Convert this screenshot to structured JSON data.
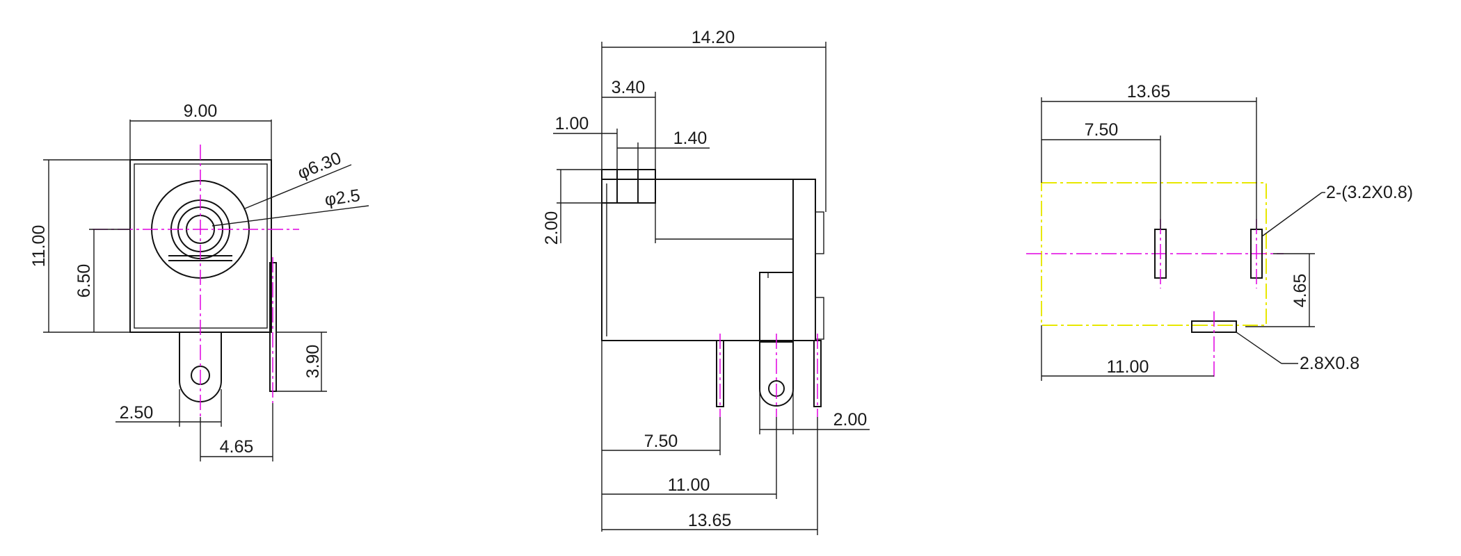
{
  "front_view": {
    "width": "9.00",
    "height": "11.00",
    "hole_height": "6.50",
    "outer_diameter": "φ6.30",
    "pin_diameter": "φ2.5",
    "pin_drop": "3.90",
    "pin_offset": "2.50",
    "pin_spacing": "4.65"
  },
  "side_view": {
    "overall_length": "14.20",
    "nose_length": "3.40",
    "nose_offset": "1.00",
    "nose_step": "1.40",
    "nose_height": "2.00",
    "pin_1": "7.50",
    "pin_2": "11.00",
    "pin_3": "13.65",
    "pin_gap": "2.00"
  },
  "footprint": {
    "overall": "13.65",
    "slot_offset": "7.50",
    "bottom_slot": "11.00",
    "row_offset": "4.65",
    "slot_note": "2-(3.2X0.8)",
    "bottom_note": "2.8X0.8"
  },
  "colors": {
    "line": "#111111",
    "centerline": "#e000e0",
    "pcb_outline": "#e8e800"
  }
}
